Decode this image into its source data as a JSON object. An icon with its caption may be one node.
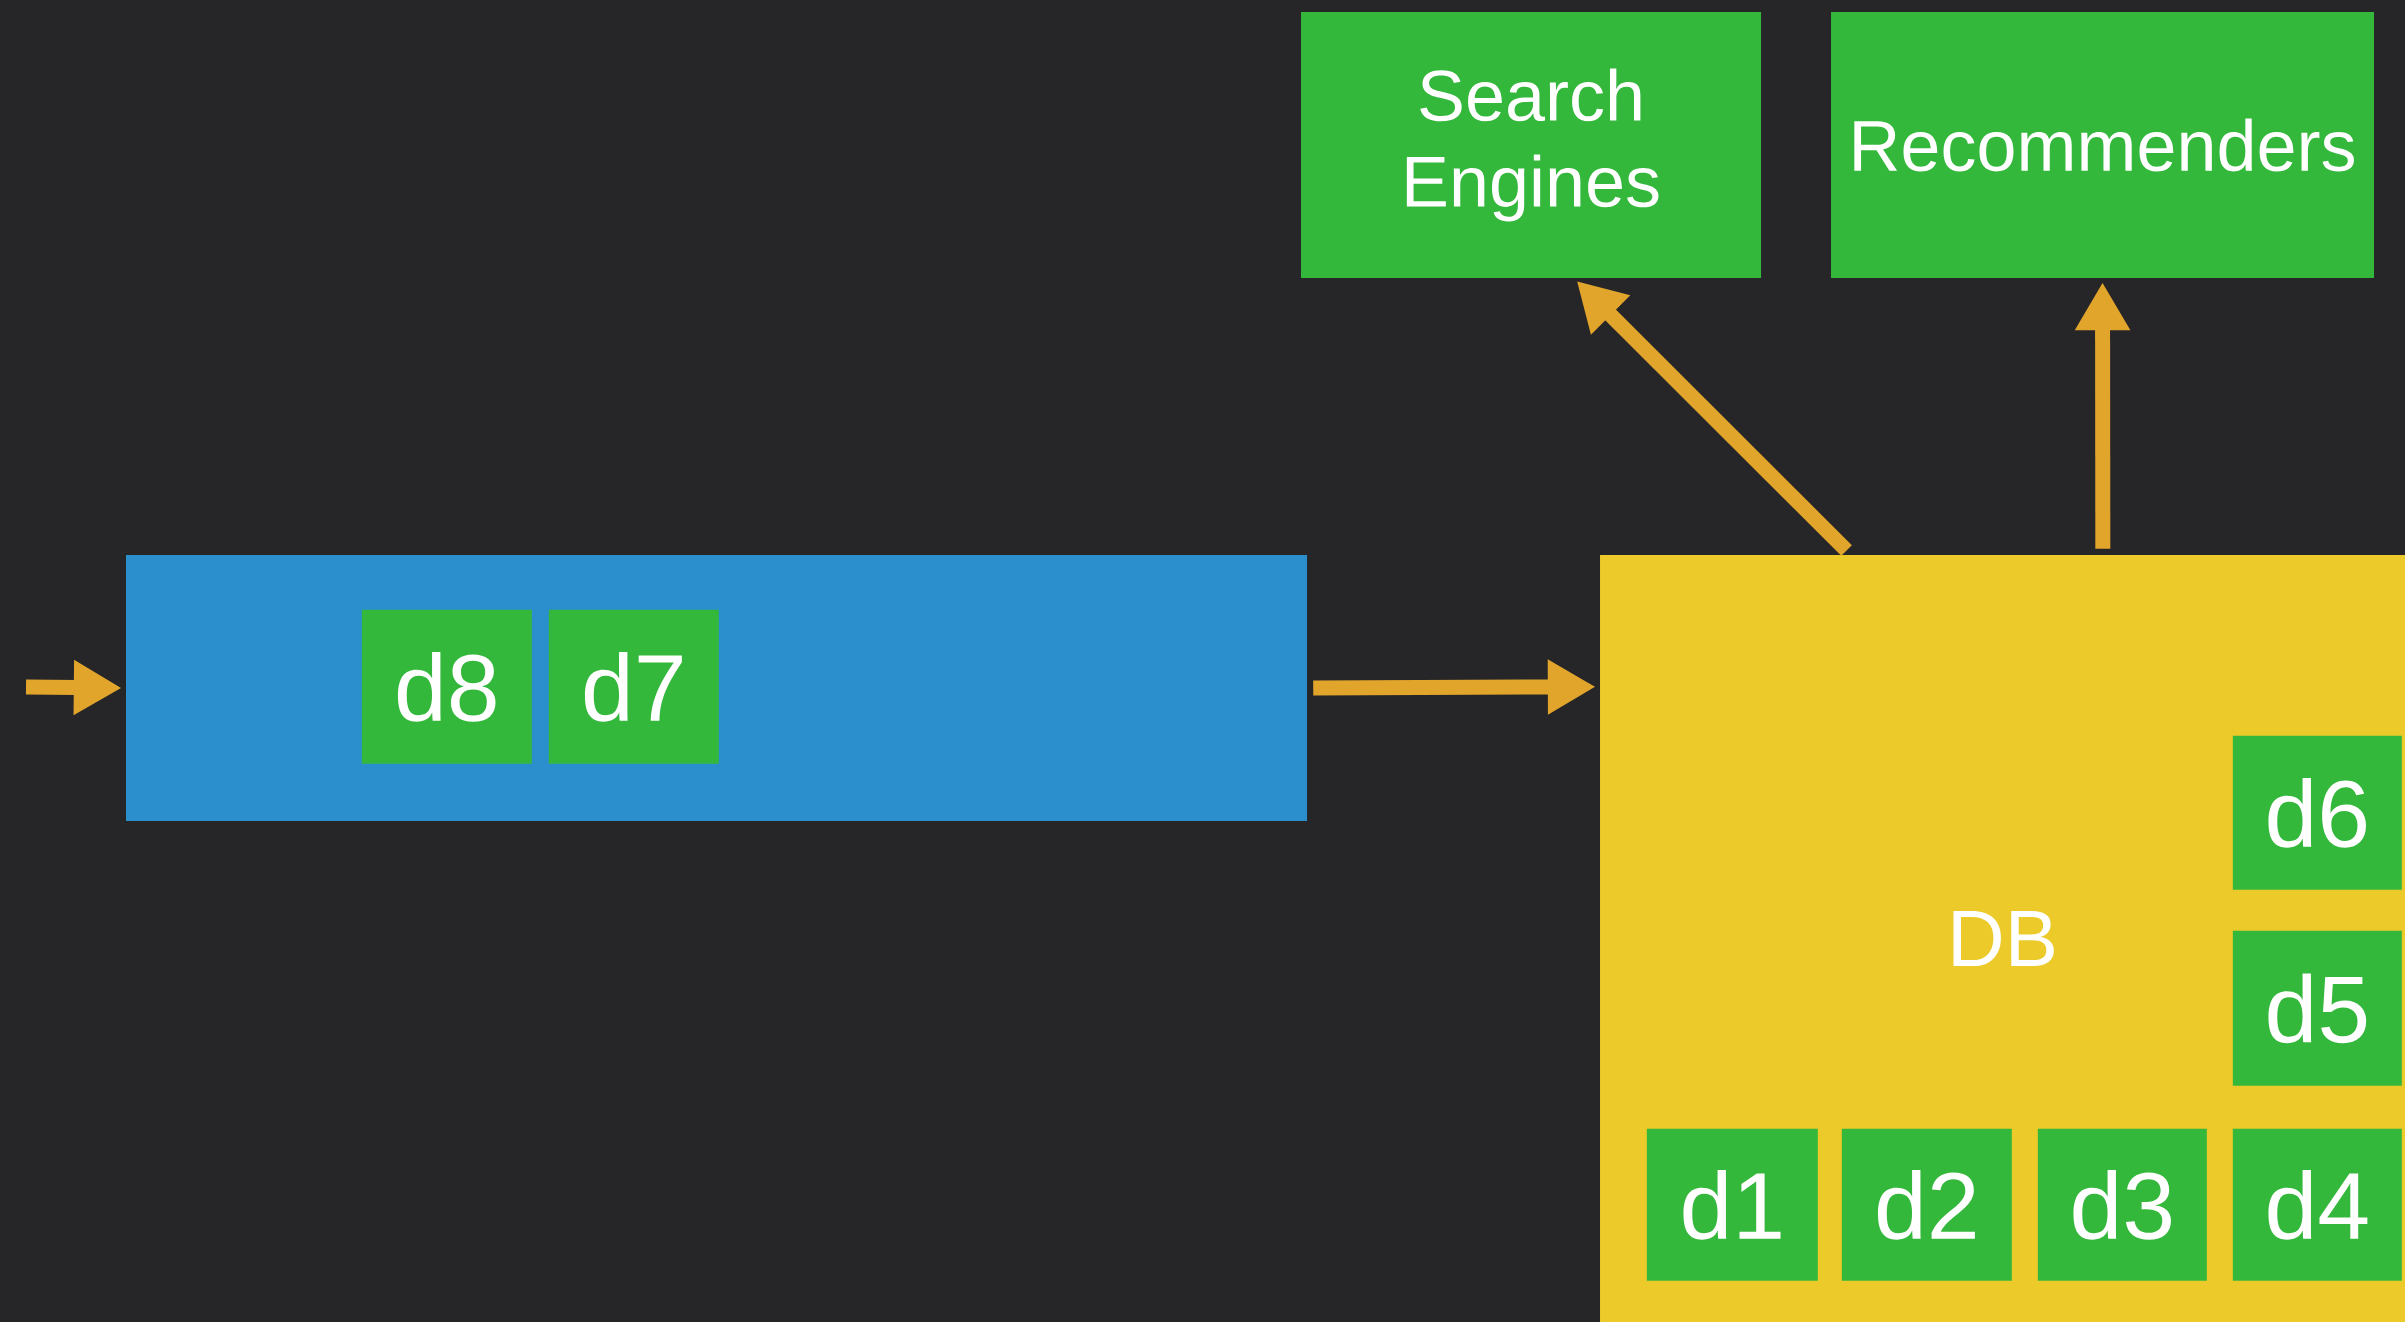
{
  "diagram": {
    "nodes": [
      {
        "text": [],
        "shape": "box"
      },
      {
        "text": [
          "d8"
        ],
        "in": 0
      },
      {
        "text": [
          "d7"
        ],
        "in": 0
      },
      {
        "text": [
          "DB"
        ]
      },
      {
        "text": [
          "d6"
        ],
        "in": 3
      },
      {
        "text": [
          "d5"
        ],
        "in": 3
      },
      {
        "text": [
          "d1"
        ],
        "in": 3
      },
      {
        "text": [
          "d2"
        ],
        "in": 3
      },
      {
        "text": [
          "d3"
        ],
        "in": 3
      },
      {
        "text": [
          "d4"
        ],
        "in": 3
      },
      {
        "text": [
          "Search Engines"
        ]
      },
      {
        "text": [
          "Recommenders"
        ]
      }
    ],
    "edges": [
      {
        "from": null,
        "to": 0,
        "arrow": "to"
      },
      {
        "from": 0,
        "to": 3,
        "arrow": "to"
      },
      {
        "from": 3,
        "to": 10,
        "arrow": "to"
      },
      {
        "from": 3,
        "to": 11,
        "arrow": "to"
      }
    ]
  }
}
